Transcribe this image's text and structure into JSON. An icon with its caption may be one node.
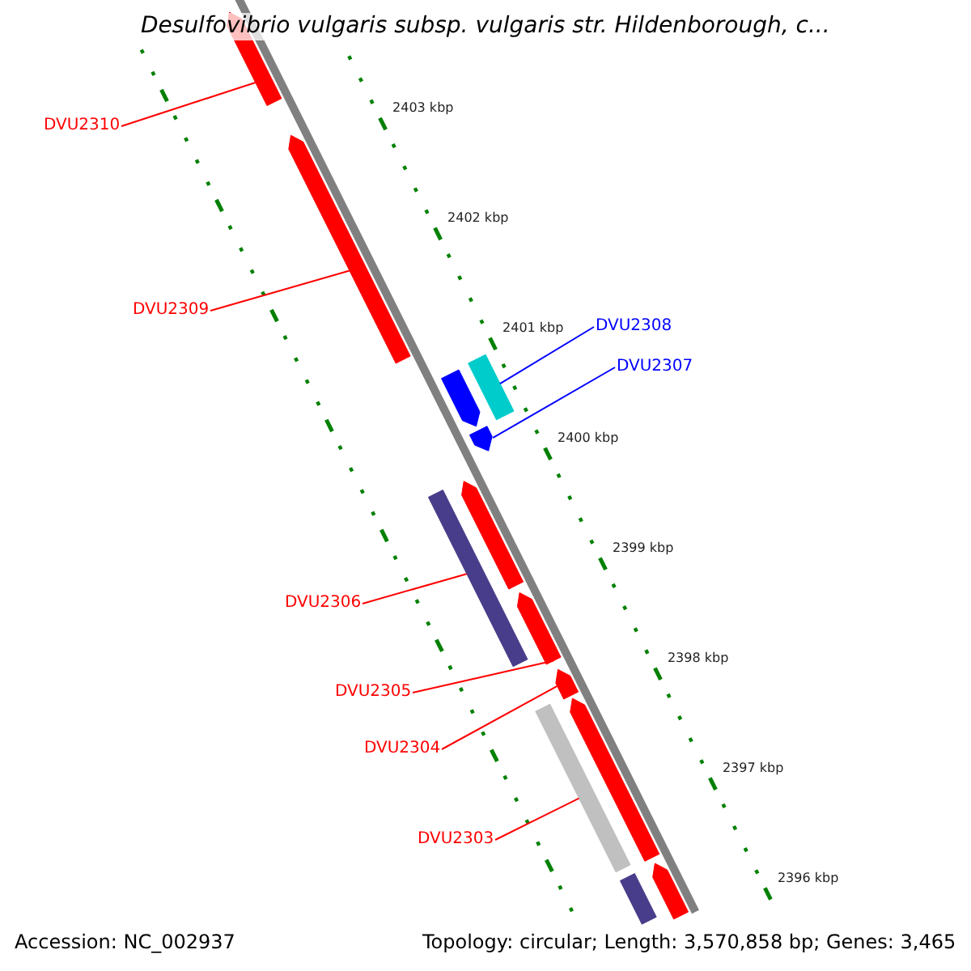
{
  "diagram": {
    "title": "Desulfovibrio vulgaris subsp. vulgaris str. Hildenborough, c...",
    "nodes": [
      {
        "text": [
          "DVU2310"
        ]
      },
      {
        "text": [],
        "shape": "bar"
      },
      {
        "text": [
          "DVU2309"
        ]
      },
      {
        "text": [],
        "shape": "bar"
      },
      {
        "text": [
          "DVU2308"
        ]
      },
      {
        "text": [],
        "shape": "bar"
      },
      {
        "text": [],
        "shape": "bar"
      },
      {
        "text": [
          "DVU2307"
        ]
      },
      {
        "text": [],
        "shape": "bar"
      },
      {
        "text": [
          "DVU2306"
        ]
      },
      {
        "text": [],
        "shape": "bar"
      },
      {
        "text": [],
        "shape": "bar"
      },
      {
        "text": [
          "DVU2305"
        ]
      },
      {
        "text": [],
        "shape": "bar"
      },
      {
        "text": [
          "DVU2304"
        ]
      },
      {
        "text": [],
        "shape": "bar"
      },
      {
        "text": [
          "DVU2303"
        ]
      },
      {
        "text": [],
        "shape": "bar"
      },
      {
        "text": [],
        "shape": "bar"
      },
      {
        "text": [],
        "shape": "bar"
      },
      {
        "text": [],
        "shape": "bar"
      }
    ],
    "edges": [
      {
        "from": 0,
        "to": 1,
        "arrow": "none"
      },
      {
        "from": 2,
        "to": 3,
        "arrow": "none"
      },
      {
        "from": 4,
        "to": 5,
        "arrow": "none",
        "color": "#0000ff"
      },
      {
        "from": 7,
        "to": 8,
        "arrow": "none",
        "color": "#0000ff"
      },
      {
        "from": 9,
        "to": 10,
        "arrow": "none"
      },
      {
        "from": 12,
        "to": 13,
        "arrow": "none"
      },
      {
        "from": 14,
        "to": 15,
        "arrow": "none"
      },
      {
        "from": 16,
        "to": 17,
        "arrow": "none"
      }
    ],
    "labels": [
      "2403 kbp",
      "2402 kbp",
      "2401 kbp",
      "2400 kbp",
      "2399 kbp",
      "2398 kbp",
      "2397 kbp",
      "2396 kbp",
      "Accession: NC_002937",
      "Topology: circular; Length: 3,570,858 bp; Genes: 3,465"
    ]
  }
}
